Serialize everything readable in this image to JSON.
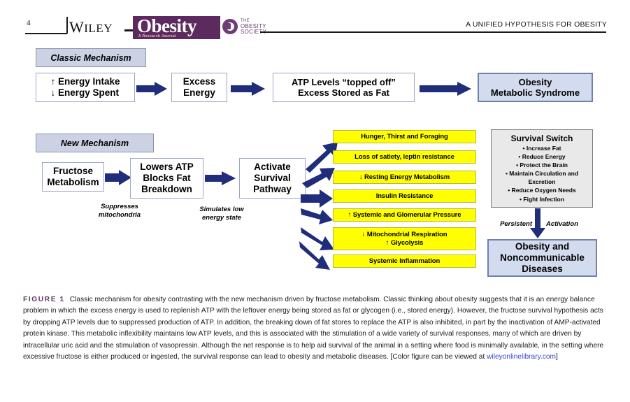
{
  "header": {
    "page_number": "4",
    "wiley_logo": "WILEY",
    "journal_logo": "Obesity",
    "journal_logo_sub": "A Research Journal",
    "society_line1": "THE",
    "society_line2": "OBESITY",
    "society_line3": "SOCIETY",
    "running_title": "A UNIFIED HYPOTHESIS FOR OBESITY"
  },
  "figure": {
    "classic": {
      "section_label": "Classic Mechanism",
      "box1_line1": "↑ Energy Intake",
      "box1_line2": "↓ Energy Spent",
      "box2_line1": "Excess",
      "box2_line2": "Energy",
      "box3_line1": "ATP Levels “topped off”",
      "box3_line2": "Excess Stored as Fat",
      "box4_line1": "Obesity",
      "box4_line2": "Metabolic Syndrome"
    },
    "new": {
      "section_label": "New Mechanism",
      "box1_line1": "Fructose",
      "box1_line2": "Metabolism",
      "box2_line1": "Lowers ATP",
      "box2_line2": "Blocks Fat",
      "box3_line3": "Breakdown",
      "box3_line1": "Activate",
      "box3_line2": "Survival",
      "box3_line3b": "Pathway",
      "note1_line1": "Suppresses",
      "note1_line2": "mitochondria",
      "note2_line1": "Simulates low",
      "note2_line2": "energy state"
    },
    "outcomes": [
      {
        "line1": "Hunger, Thirst and Foraging",
        "line2": ""
      },
      {
        "line1": "Loss of satiety, leptin resistance",
        "line2": ""
      },
      {
        "line1": "↓ Resting Energy Metabolism",
        "line2": ""
      },
      {
        "line1": "Insulin Resistance",
        "line2": ""
      },
      {
        "line1": "↑ Systemic and Glomerular Pressure",
        "line2": ""
      },
      {
        "line1": "↓ Mitochondrial Respiration",
        "line2": "↑ Glycolysis"
      },
      {
        "line1": "Systemic Inflammation",
        "line2": ""
      }
    ],
    "survival_switch": {
      "title": "Survival Switch",
      "items": [
        "• Increase Fat",
        "• Reduce Energy",
        "• Protect the Brain",
        "• Maintain Circulation and Excretion",
        "• Reduce Oxygen Needs",
        "• Fight Infection"
      ]
    },
    "persistent_left": "Persistent",
    "persistent_right": "Activation",
    "final_box": {
      "line1": "Obesity and",
      "line2": "Noncommunicable",
      "line3": "Diseases"
    }
  },
  "caption": {
    "label": "FIGURE 1",
    "text_before_link": "Classic mechanism for obesity contrasting with the new mechanism driven by fructose metabolism. Classic thinking about obesity suggests that it is an energy balance problem in which the excess energy is used to replenish ATP with the leftover energy being stored as fat or glycogen (i.e., stored energy). However, the fructose survival hypothesis acts by dropping ATP levels due to suppressed production of ATP. In addition, the breaking down of fat stores to replace the ATP is also inhibited, in part by the inactivation of AMP-activated protein kinase. This metabolic inflexibility maintains low ATP levels, and this is associated with the stimulation of a wide variety of survival responses, many of which are driven by intracellular uric acid and the stimulation of vasopressin. Although the net response is to help aid survival of the animal in a setting where food is minimally available, in the setting where excessive fructose is either produced or ingested, the survival response can lead to obesity and metabolic diseases. [Color figure can be viewed at ",
    "link": "wileyonlinelibrary.com",
    "text_after_link": "]"
  },
  "colors": {
    "arrow_navy": "#1f2d7a",
    "yellow": "#ffff00",
    "light_blue": "#d3dcef",
    "label_blue": "#ccd2e4",
    "gray_box": "#e9e9e9",
    "brand_purple": "#5c2a5e",
    "link_blue": "#3a49c9"
  }
}
